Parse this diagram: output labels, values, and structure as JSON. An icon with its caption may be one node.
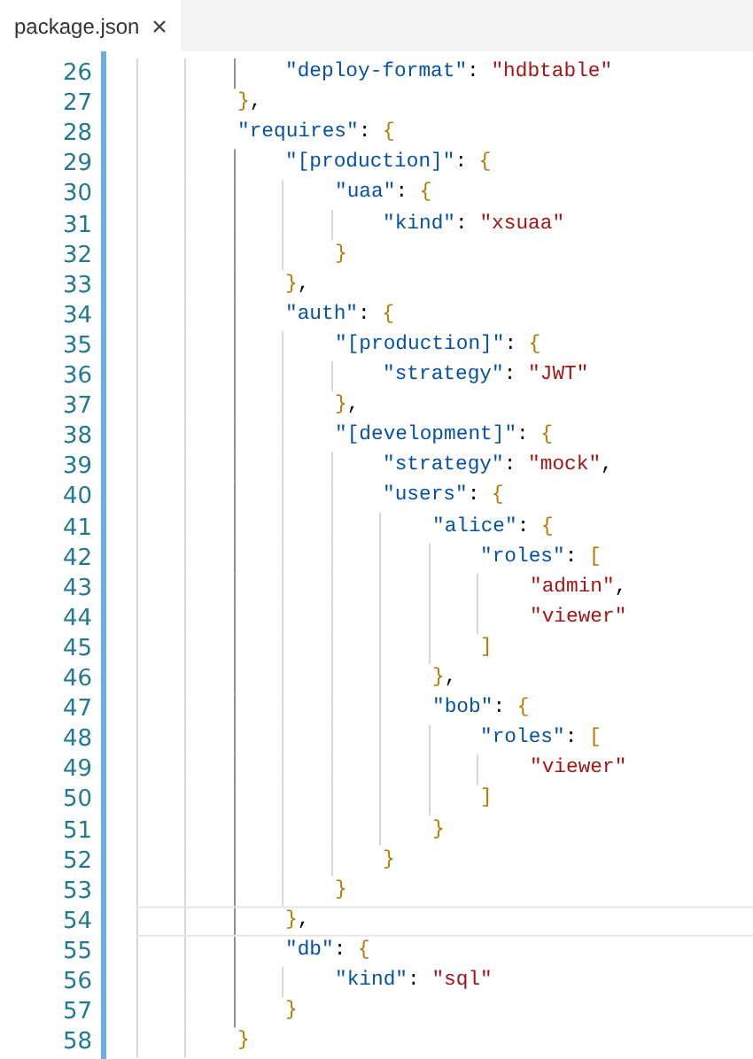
{
  "diagram": {
    "labels": [
      "package.json",
      "26",
      "\"deploy-format\": \"hdbtable\"",
      "27",
      "},",
      "28",
      "\"requires\": {",
      "29",
      "\"[production]\": {",
      "30",
      "\"uaa\": {",
      "31",
      "\"kind\": \"xsuaa\"",
      "32",
      "}",
      "33",
      "},",
      "34",
      "\"auth\": {",
      "35",
      "\"[production]\": {",
      "36",
      "\"strategy\": \"JWT\"",
      "37",
      "},",
      "38",
      "\"[development]\": {",
      "39",
      "\"strategy\": \"mock\",",
      "40",
      "\"users\": {",
      "41",
      "\"alice\": {",
      "42",
      "\"roles\": [",
      "43",
      "\"admin\",",
      "44",
      "\"viewer\"",
      "45",
      "]",
      "46",
      "},",
      "47",
      "\"bob\": {",
      "48",
      "\"roles\": [",
      "49",
      "\"viewer\"",
      "50",
      "]",
      "51",
      "}",
      "52",
      "}",
      "53",
      "}",
      "54",
      "},",
      "55",
      "\"db\": {",
      "56",
      "\"kind\": \"sql\"",
      "57",
      "}",
      "58",
      "}"
    ]
  }
}
